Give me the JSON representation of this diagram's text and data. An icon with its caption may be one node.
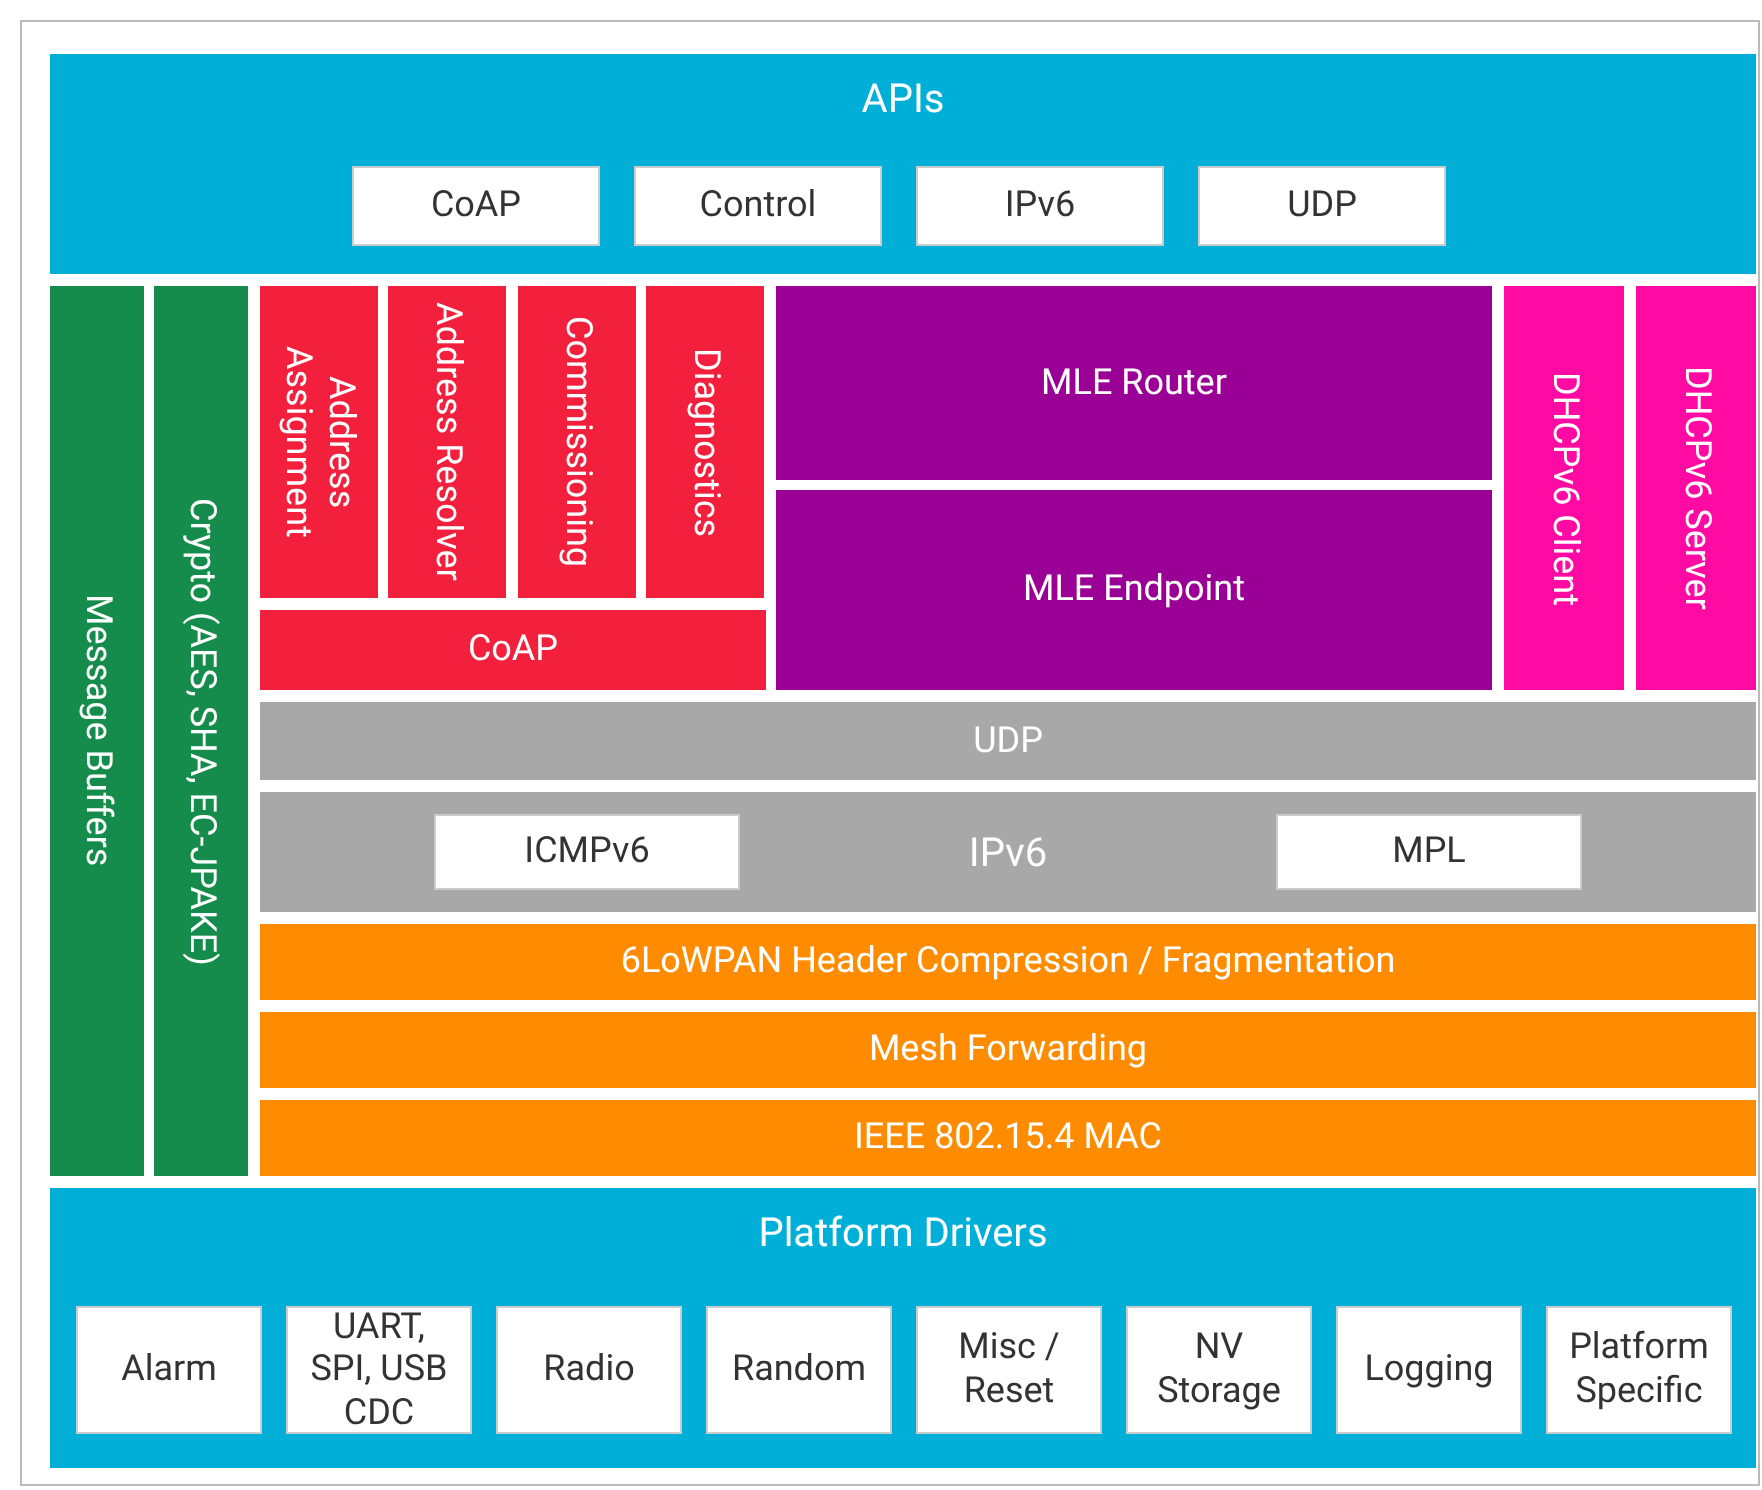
{
  "diagram": {
    "nodes": [
      {
        "text": [
          "APIs"
        ]
      },
      {
        "text": [
          "CoAP"
        ],
        "in": 0
      },
      {
        "text": [
          "Control"
        ],
        "in": 0
      },
      {
        "text": [
          "IPv6"
        ],
        "in": 0
      },
      {
        "text": [
          "UDP"
        ],
        "in": 0
      },
      {
        "text": [
          "Message Buffers"
        ]
      },
      {
        "text": [
          "Crypto (AES, SHA, EC-JPAKE)"
        ]
      },
      {
        "text": [
          "Address Assignment"
        ]
      },
      {
        "text": [
          "Address Resolver"
        ]
      },
      {
        "text": [
          "Commissioning"
        ]
      },
      {
        "text": [
          "Diagnostics"
        ]
      },
      {
        "text": [
          "CoAP"
        ]
      },
      {
        "text": [
          "MLE Router"
        ]
      },
      {
        "text": [
          "MLE Endpoint"
        ]
      },
      {
        "text": [
          "DHCPv6 Client"
        ]
      },
      {
        "text": [
          "DHCPv6 Server"
        ]
      },
      {
        "text": [
          "UDP"
        ]
      },
      {
        "text": [
          "IPv6"
        ]
      },
      {
        "text": [
          "ICMPv6"
        ],
        "in": 17
      },
      {
        "text": [
          "MPL"
        ],
        "in": 17
      },
      {
        "text": [
          "6LoWPAN Header Compression / Fragmentation"
        ]
      },
      {
        "text": [
          "Mesh Forwarding"
        ]
      },
      {
        "text": [
          "IEEE 802.15.4 MAC"
        ]
      },
      {
        "text": [
          "Platform Drivers"
        ]
      },
      {
        "text": [
          "Alarm"
        ],
        "in": 23
      },
      {
        "text": [
          "UART, SPI, USB CDC"
        ],
        "in": 23
      },
      {
        "text": [
          "Radio"
        ],
        "in": 23
      },
      {
        "text": [
          "Random"
        ],
        "in": 23
      },
      {
        "text": [
          "Misc / Reset"
        ],
        "in": 23
      },
      {
        "text": [
          "NV Storage"
        ],
        "in": 23
      },
      {
        "text": [
          "Logging"
        ],
        "in": 23
      },
      {
        "text": [
          "Platform Specific"
        ],
        "in": 23
      }
    ]
  }
}
